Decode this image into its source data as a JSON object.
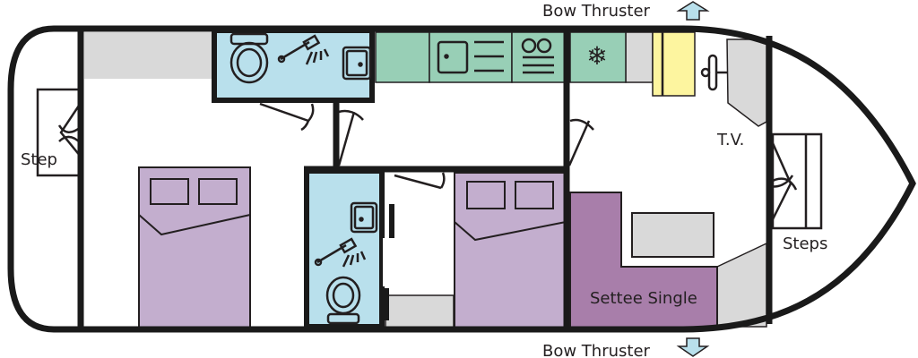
{
  "title": "Boat floor plan",
  "labels": {
    "bow_thruster_top": "Bow Thruster",
    "bow_thruster_bottom": "Bow Thruster",
    "step": "Step",
    "steps": "Steps",
    "tv": "T.V.",
    "settee": "Settee Single"
  },
  "colors": {
    "bathroom": "#b9e0ec",
    "galley": "#98cfb6",
    "bed": "#c3aece",
    "settee": "#a87eaa",
    "storage": "#d9d9d9",
    "yellow": "#fdf59f",
    "arrow": "#b9e0ec"
  }
}
